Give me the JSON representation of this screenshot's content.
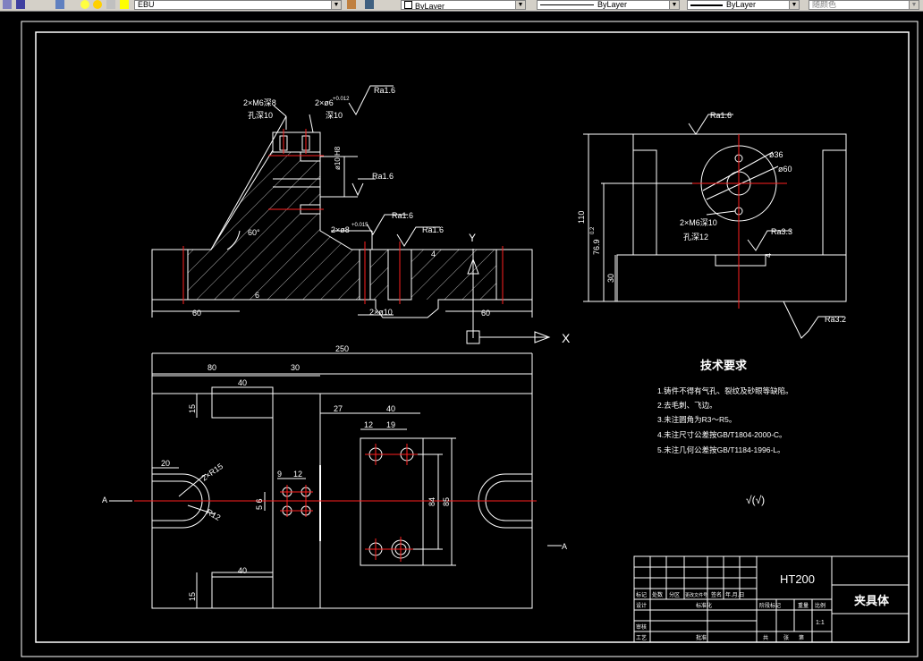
{
  "toolbar": {
    "layer_name": "EBU",
    "color_control": "ByLayer",
    "linetype_control": "ByLayer",
    "lineweight_control": "ByLayer",
    "plotstyle_control": "随颜色"
  },
  "drawing": {
    "top_view": {
      "hole_note": "2×M6深8",
      "hole_note2": "孔深10",
      "pin_note": "2×ø6",
      "pin_tol": "+0.012",
      "pin_depth": "深10",
      "rough_1": "Ra1.6",
      "rough_2": "Ra1.6",
      "rough_3": "Ra1.6",
      "rough_4": "Ra1.6",
      "dim_side": "ø10 H8",
      "dim_slot": "2×ø8",
      "dim_slot_tol": "+0.015",
      "angle": "60°",
      "dim_left": "60",
      "dim_right": "60",
      "dim_center": "2×ø10",
      "dim_small": "6",
      "dim_small2": "4",
      "axis_y": "Y",
      "axis_x": "X"
    },
    "side_view": {
      "rough_top": "Ra1.6",
      "rough_mid": "Ra3.3",
      "rough_bottom": "Ra3.2",
      "dia_1": "ø36",
      "dia_2": "ø60",
      "hole_note": "2×M6深10",
      "hole_note2": "孔深12",
      "height": "110",
      "height_tol": "76.9",
      "height_tol_sup": "0.2",
      "height_base": "30",
      "dim_small": "4"
    },
    "plan_view": {
      "total": "250",
      "d80": "80",
      "d30": "30",
      "d40_top": "40",
      "d40_bottom": "40",
      "d15_top": "15",
      "d15_bottom": "15",
      "d20": "20",
      "d27": "27",
      "d40_plate": "40",
      "d12": "12",
      "d19": "19",
      "d9": "9",
      "d12_small": "12",
      "d84": "84",
      "d85": "85",
      "d56": "5 6",
      "arc_note": "2×R15",
      "arc_note2": "R12",
      "section_a_left": "A",
      "section_a_right": "A"
    },
    "tech_req": {
      "title": "技术要求",
      "items": [
        "1.铸件不得有气孔、裂纹及砂眼等缺陷。",
        "2.去毛刺、飞边。",
        "3.未注圆角为R3～R5。",
        "4.未注尺寸公差按GB/T1804-2000-C。",
        "5.未注几何公差按GB/T1184-1996-L。"
      ],
      "symbol": "√(√)"
    },
    "title_block": {
      "material": "HT200",
      "part_name": "夹具体",
      "scale": "1:1",
      "row_labels": [
        "标记",
        "处数",
        "分区",
        "更改文件号",
        "签名",
        "年.月.日"
      ],
      "design": "设计",
      "standard": "标准化",
      "stage": "阶段标记",
      "weight": "重量",
      "ratio": "比例",
      "check": "审核",
      "process": "工艺",
      "approve": "批准",
      "sheets": "共",
      "sheet": "张",
      "of": "第"
    }
  }
}
